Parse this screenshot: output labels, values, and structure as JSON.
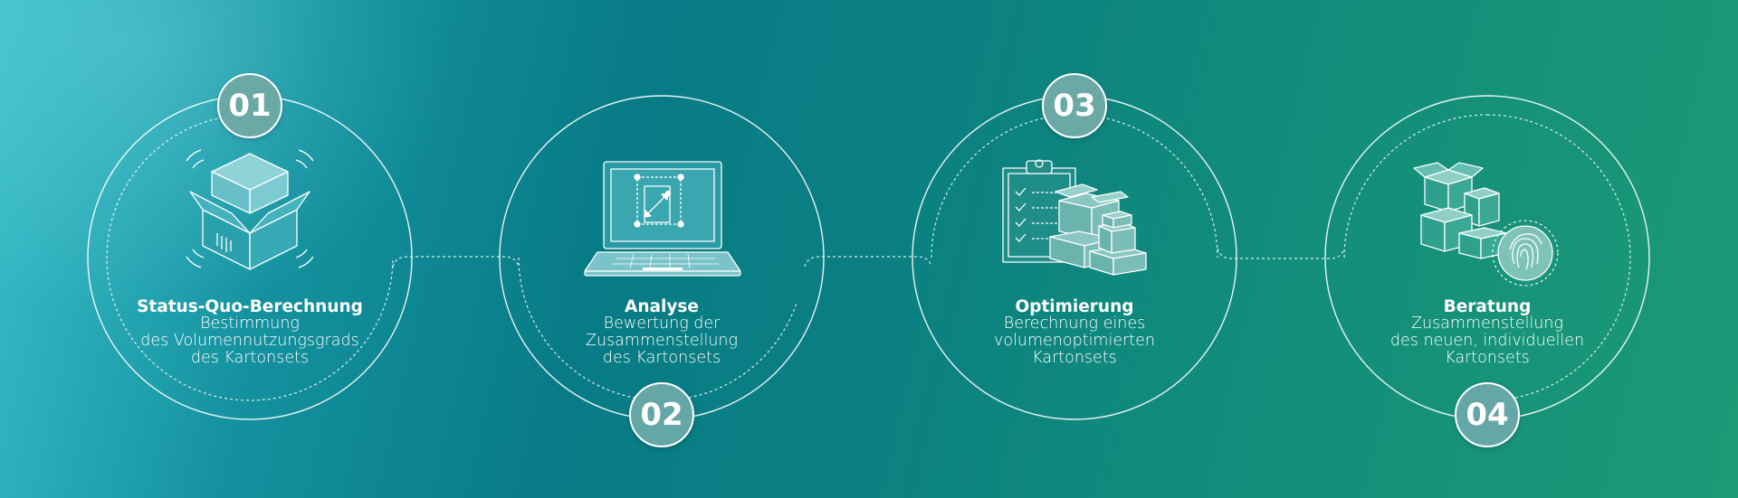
{
  "steps": [
    {
      "number": "01",
      "title": "Status-Quo-Berechnung",
      "lines": [
        "Bestimmung",
        "des Volumennutzungsgrads",
        "des Kartonsets"
      ],
      "icon": "open-box-icon"
    },
    {
      "number": "02",
      "title": "Analyse",
      "lines": [
        "Bewertung der",
        "Zusammenstellung",
        "des Kartonsets"
      ],
      "icon": "laptop-measure-icon"
    },
    {
      "number": "03",
      "title": "Optimierung",
      "lines": [
        "Berechnung eines",
        "volumenoptimierten",
        "Kartonsets"
      ],
      "icon": "clipboard-boxes-icon"
    },
    {
      "number": "04",
      "title": "Beratung",
      "lines": [
        "Zusammenstellung",
        "des neuen, individuellen",
        "Kartonsets"
      ],
      "icon": "boxes-fingerprint-icon"
    }
  ],
  "colors": {
    "line": "#ffffff",
    "badge": "#6aa9a6",
    "icon_fill": "#7ac7cd",
    "icon_stroke": "#ffffff"
  }
}
